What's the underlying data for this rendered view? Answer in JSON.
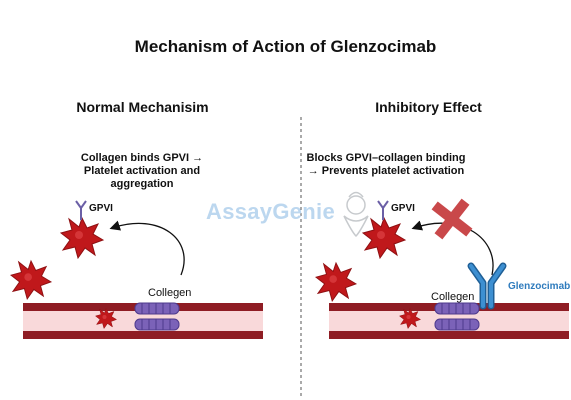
{
  "title": "Mechanism of Action of Glenzocimab",
  "panels": {
    "left": {
      "heading": "Normal Mechanisim",
      "caption_lines": [
        "Collagen binds GPVI →",
        "Platelet activation and",
        "aggregation"
      ],
      "receptor_label": "GPVI",
      "collagen_label": "Collegen"
    },
    "right": {
      "heading": "Inhibitory Effect",
      "caption_lines": [
        "Blocks GPVI–collagen binding",
        "→ Prevents platelet activation"
      ],
      "receptor_label": "GPVI",
      "collagen_label": "Collegen",
      "antibody_label": "Glenzocimab"
    }
  },
  "watermark": {
    "part1": "Assay",
    "part2": "Genie"
  },
  "icons": [
    "platelet-icon",
    "gpvi-receptor-icon",
    "collagen-fiber-icon",
    "antibody-icon",
    "block-cross-icon",
    "genie-logo-icon"
  ],
  "colors": {
    "platelet": "#c0181b",
    "vessel_wall": "#8f1d24",
    "vessel_lumen": "#f9d9da",
    "collagen": "#7b62b8",
    "receptor": "#6b5fa6",
    "antibody": "#2e7bbd",
    "cross": "#c9484a"
  }
}
